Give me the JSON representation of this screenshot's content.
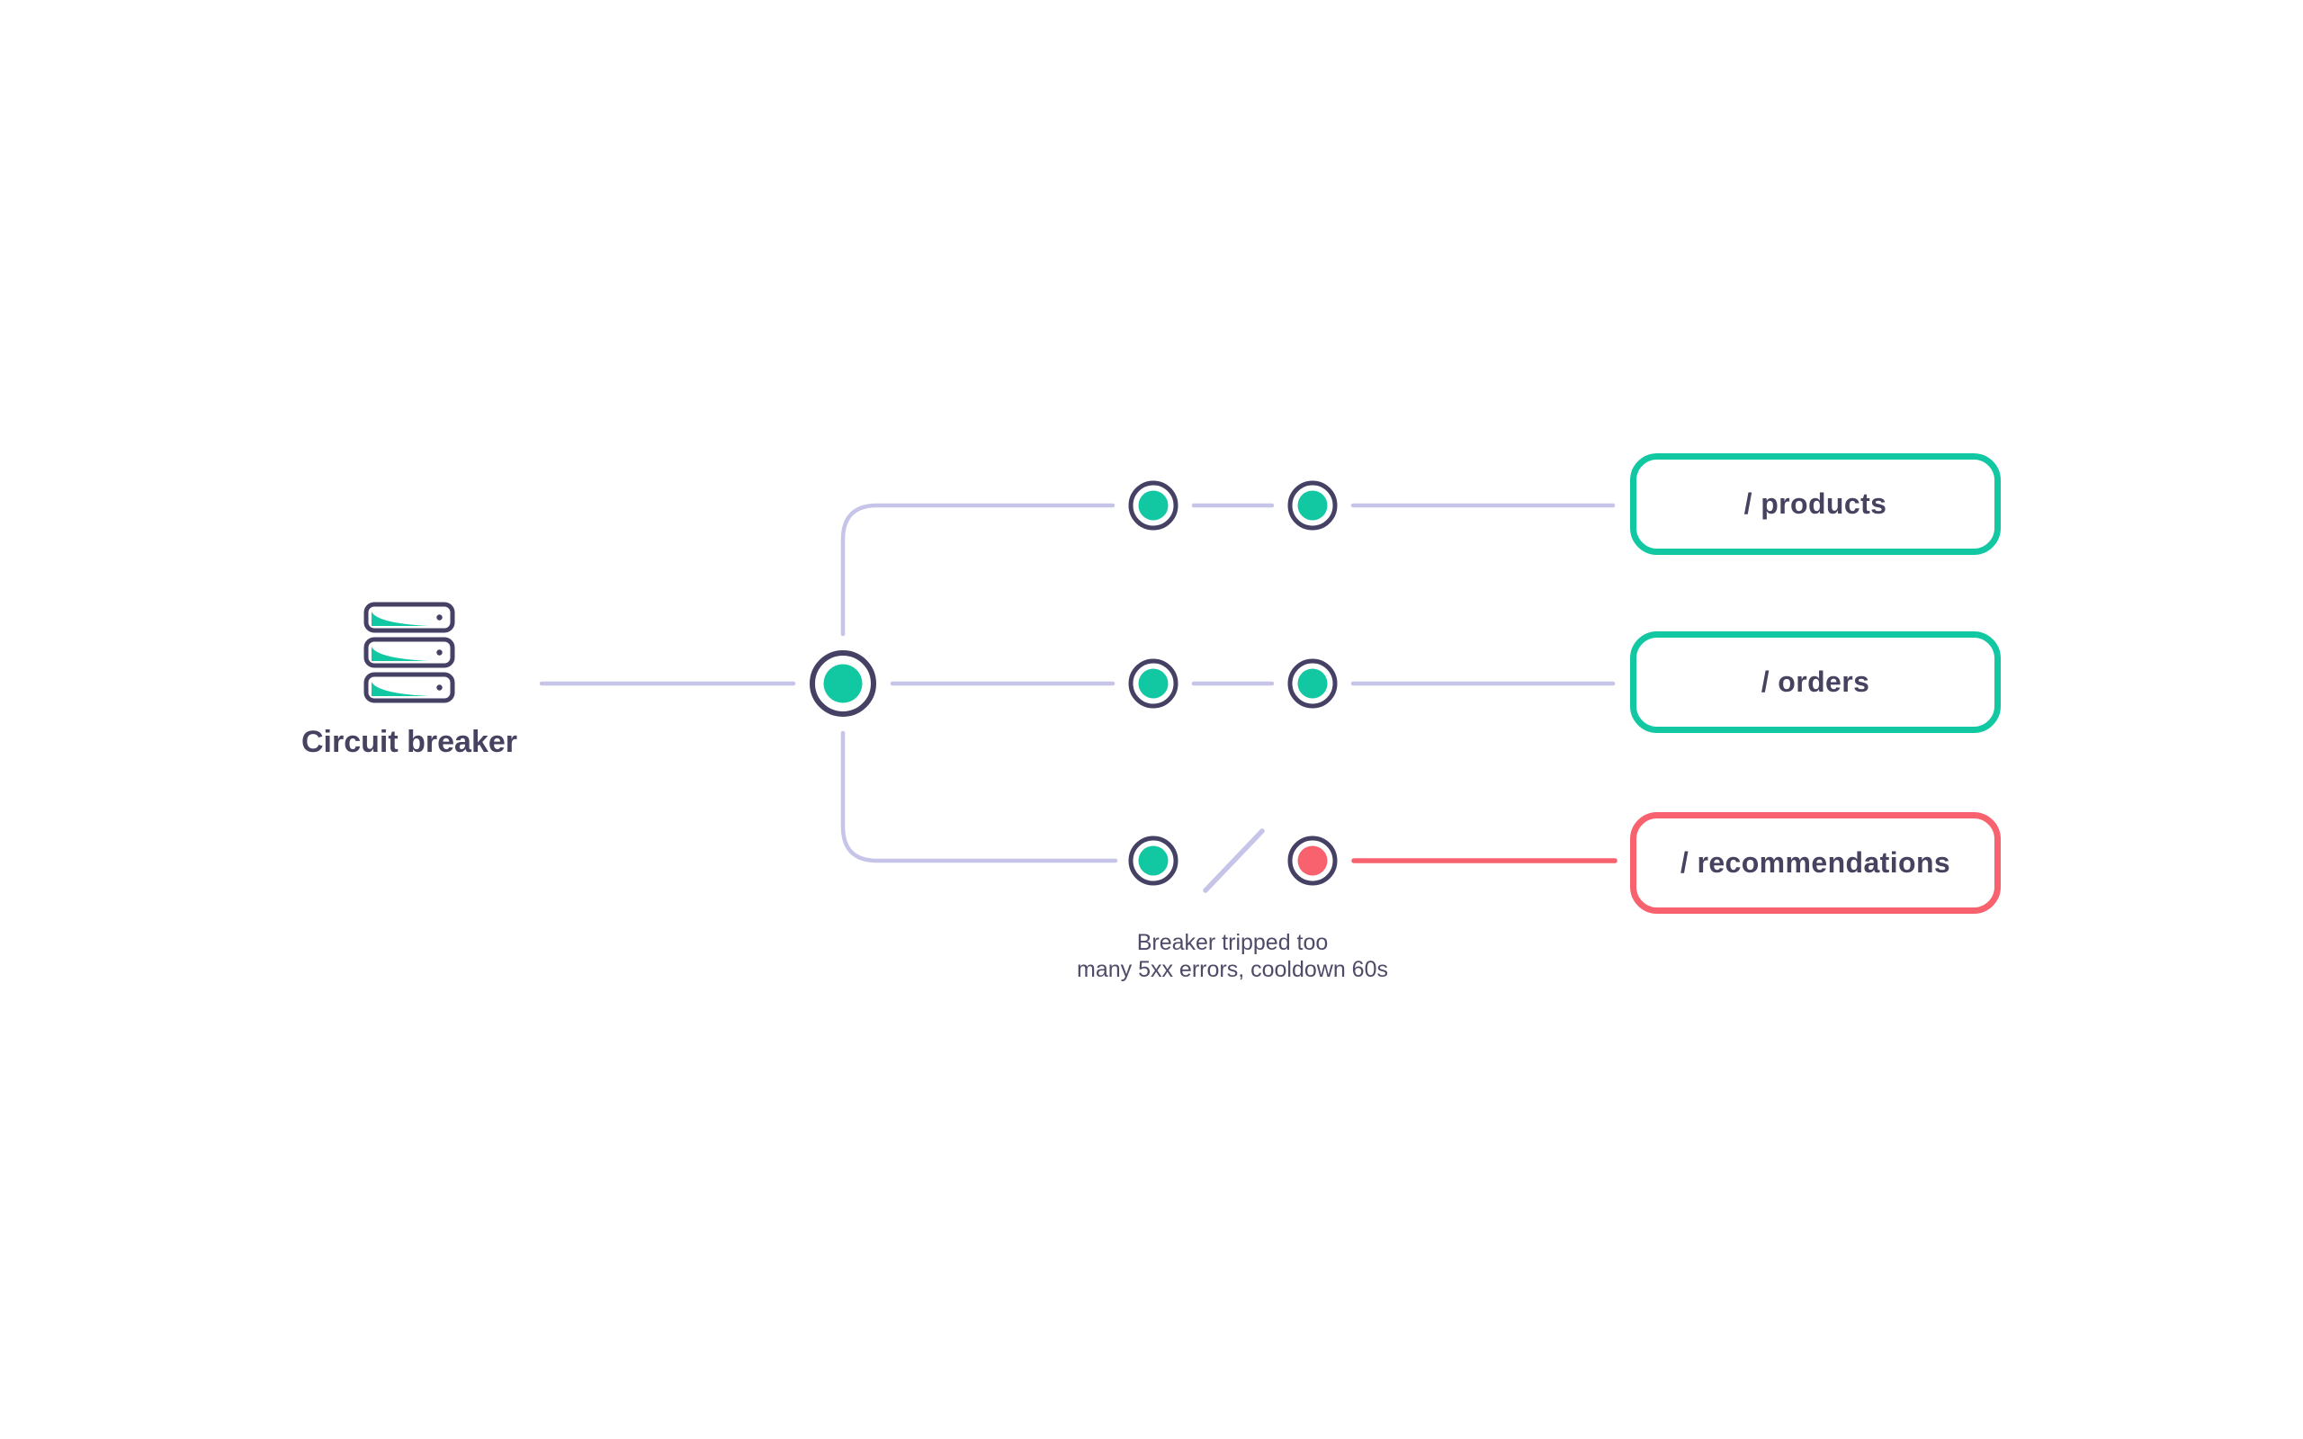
{
  "colors": {
    "background": "#ffffff",
    "teal": "#12c8a2",
    "red": "#f8626f",
    "slate": "#454164",
    "text": "#46425f",
    "caption": "#4e4b68",
    "lavender": "#c6c4e8"
  },
  "diagram": {
    "source": {
      "label": "Circuit breaker",
      "icon": "server-stack-icon"
    },
    "breaker": {
      "state": "closed"
    },
    "routes": [
      {
        "label": "/ products",
        "state": "healthy"
      },
      {
        "label": "/ orders",
        "state": "healthy"
      },
      {
        "label": "/ recommendations",
        "state": "tripped"
      }
    ],
    "annotation": {
      "line1": "Breaker tripped too",
      "line2": "many 5xx errors, cooldown 60s"
    }
  }
}
